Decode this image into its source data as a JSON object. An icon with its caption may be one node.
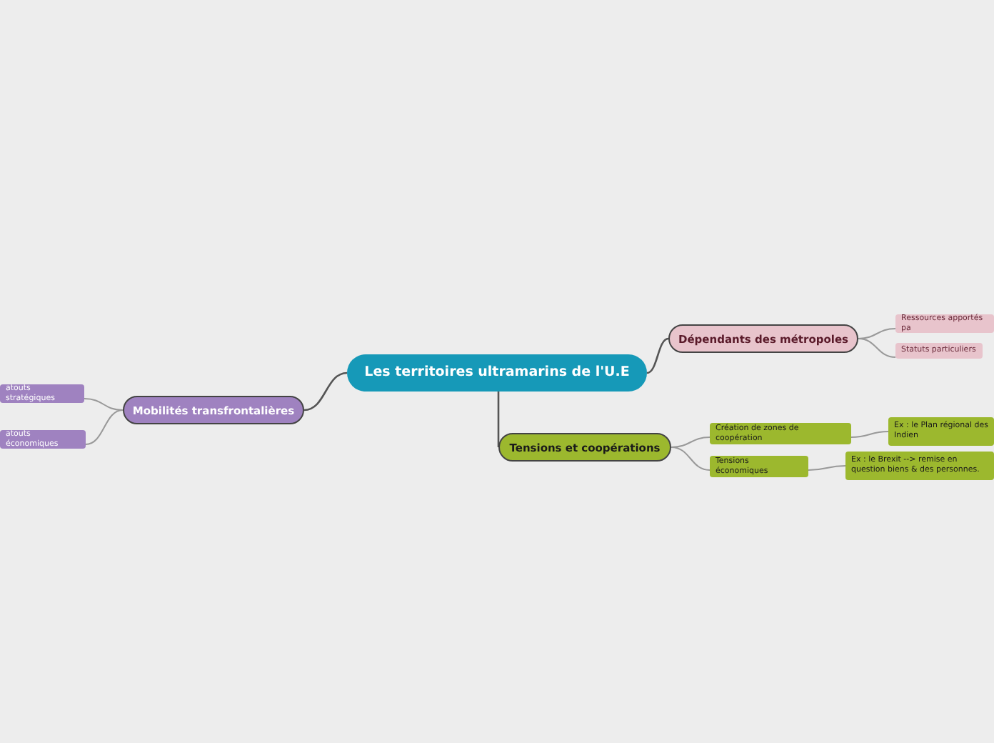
{
  "diagram": {
    "nodes": [
      {
        "text": [
          "Les territoires ultramarins de l'U.E"
        ]
      },
      {
        "text": [
          "Dépendants des métropoles"
        ]
      },
      {
        "text": [
          "Ressources apportés pa"
        ]
      },
      {
        "text": [
          "Statuts particuliers"
        ]
      },
      {
        "text": [
          "Tensions et coopérations"
        ]
      },
      {
        "text": [
          "Création de zones de coopération"
        ]
      },
      {
        "text": [
          "Ex : le Plan régional des Indien"
        ]
      },
      {
        "text": [
          "Tensions économiques"
        ]
      },
      {
        "text": [
          "Ex : le Brexit --> remise en question biens & des personnes."
        ]
      },
      {
        "text": [
          "Mobilités transfrontalières"
        ]
      },
      {
        "text": [
          "atouts stratégiques"
        ]
      },
      {
        "text": [
          "atouts économiques"
        ]
      }
    ],
    "edges": [
      {
        "from": 0,
        "to": 1,
        "arrow": "none"
      },
      {
        "from": 1,
        "to": 2,
        "arrow": "none"
      },
      {
        "from": 1,
        "to": 3,
        "arrow": "none"
      },
      {
        "from": 0,
        "to": 4,
        "arrow": "none"
      },
      {
        "from": 4,
        "to": 5,
        "arrow": "none"
      },
      {
        "from": 5,
        "to": 6,
        "arrow": "none"
      },
      {
        "from": 4,
        "to": 7,
        "arrow": "none"
      },
      {
        "from": 7,
        "to": 8,
        "arrow": "none"
      },
      {
        "from": 0,
        "to": 9,
        "arrow": "none"
      },
      {
        "from": 9,
        "to": 10,
        "arrow": "none"
      },
      {
        "from": 9,
        "to": 11,
        "arrow": "none"
      }
    ]
  }
}
